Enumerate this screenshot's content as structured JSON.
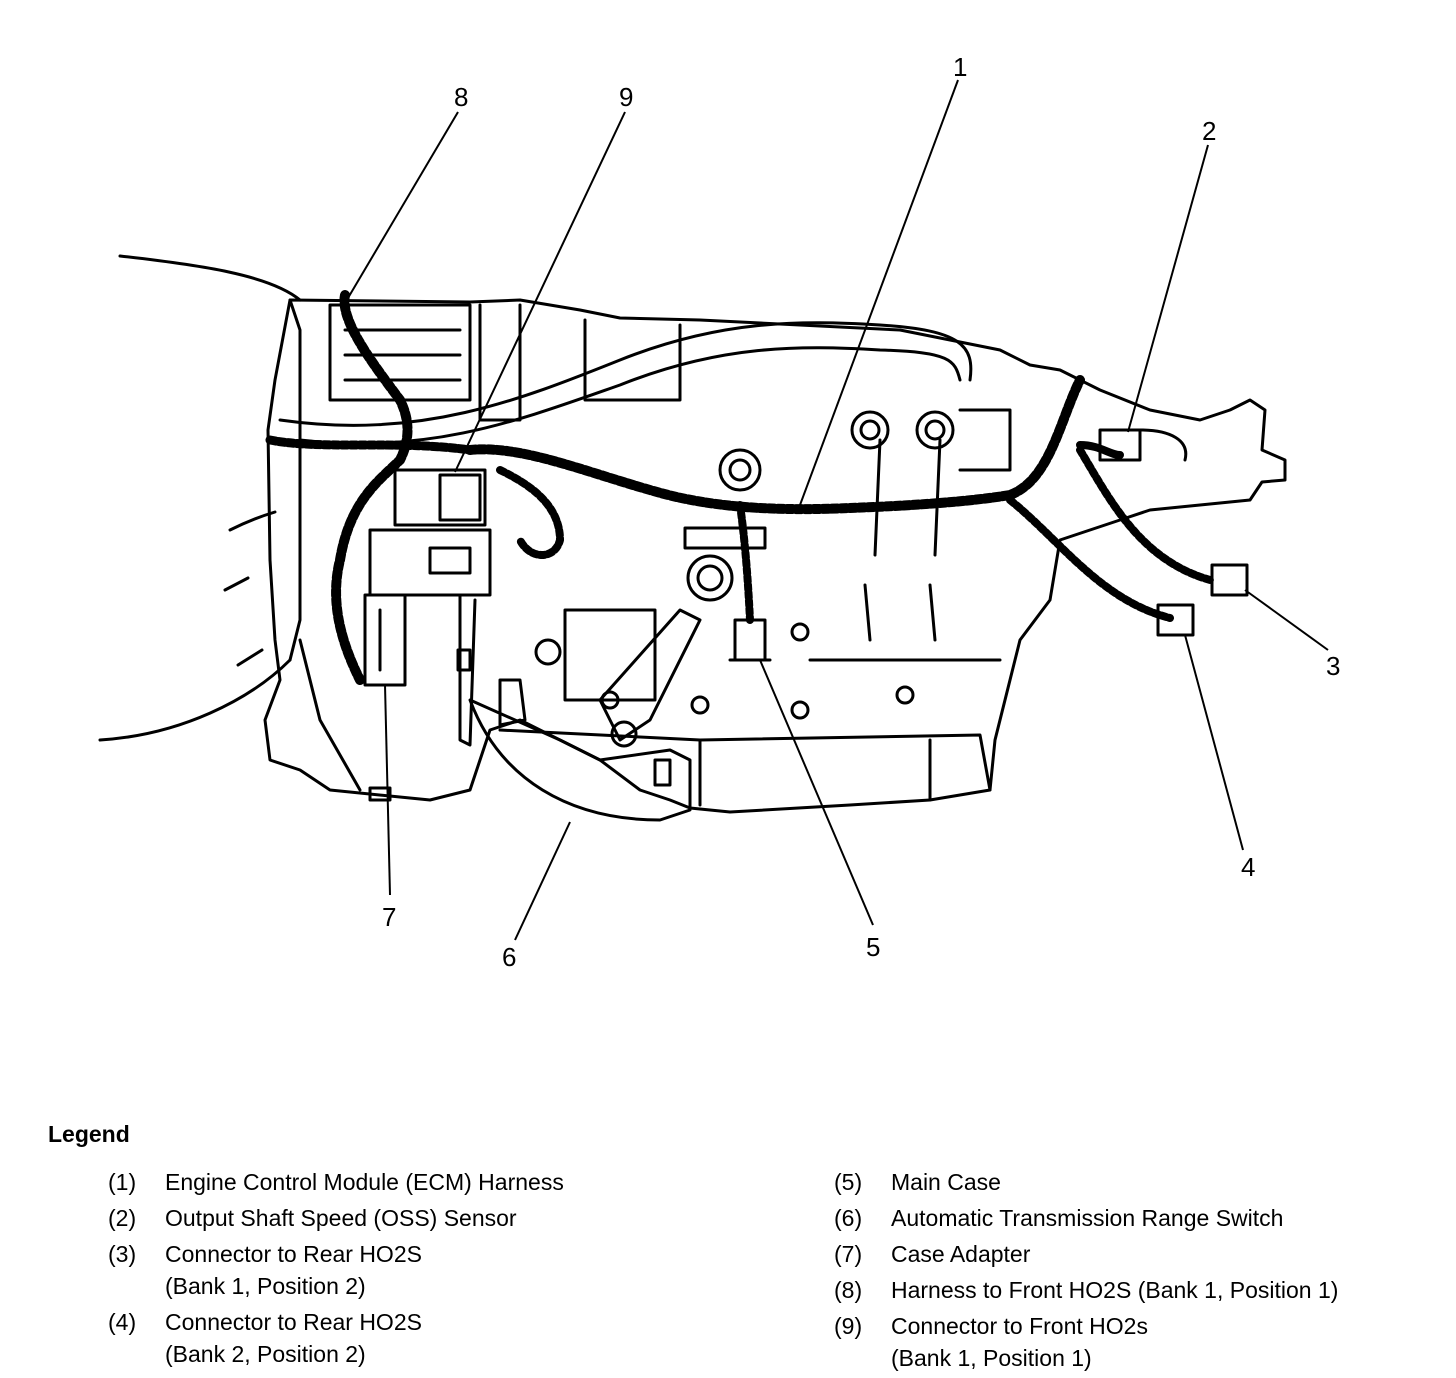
{
  "diagram": {
    "callouts": [
      "1",
      "2",
      "3",
      "4",
      "5",
      "6",
      "7",
      "8",
      "9"
    ]
  },
  "legend": {
    "title": "Legend",
    "left_items": [
      {
        "num": "(1)",
        "text": "Engine Control Module (ECM) Harness"
      },
      {
        "num": "(2)",
        "text": "Output Shaft Speed (OSS) Sensor"
      },
      {
        "num": "(3)",
        "text": "Connector to Rear HO2S\n(Bank 1, Position 2)"
      },
      {
        "num": "(4)",
        "text": "Connector to Rear HO2S\n(Bank 2, Position 2)"
      }
    ],
    "right_items": [
      {
        "num": "(5)",
        "text": "Main Case"
      },
      {
        "num": "(6)",
        "text": "Automatic Transmission Range Switch"
      },
      {
        "num": "(7)",
        "text": "Case Adapter"
      },
      {
        "num": "(8)",
        "text": "Harness to Front HO2S (Bank 1, Position 1)"
      },
      {
        "num": "(9)",
        "text": "Connector to Front HO2s\n(Bank 1, Position 1)"
      }
    ]
  }
}
